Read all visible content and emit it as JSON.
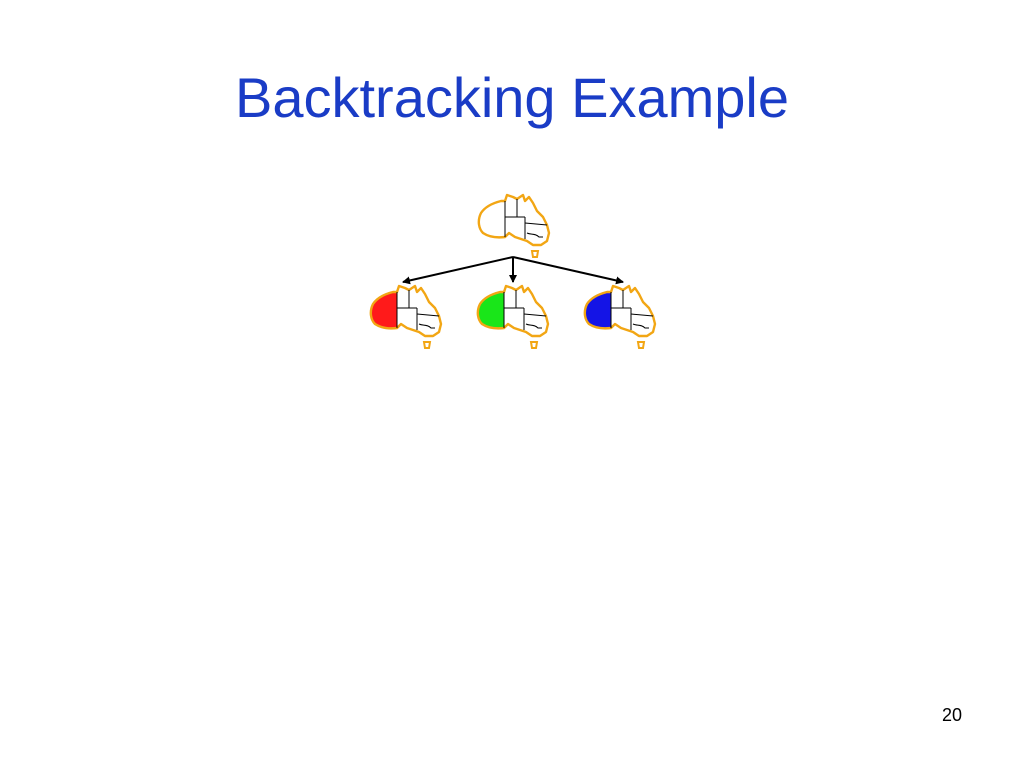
{
  "slide": {
    "title": "Backtracking Example",
    "page_number": "20"
  },
  "tree": {
    "root": {
      "name": "root-map",
      "wa_color": "#ffffff"
    },
    "children": [
      {
        "name": "child-map-red",
        "wa_color": "#ff1a1a"
      },
      {
        "name": "child-map-green",
        "wa_color": "#19e619"
      },
      {
        "name": "child-map-blue",
        "wa_color": "#1414e6"
      }
    ]
  },
  "colors": {
    "title": "#1a3cc6",
    "map_outline": "#f2a614",
    "border_lines": "#000000",
    "arrows": "#000000"
  }
}
